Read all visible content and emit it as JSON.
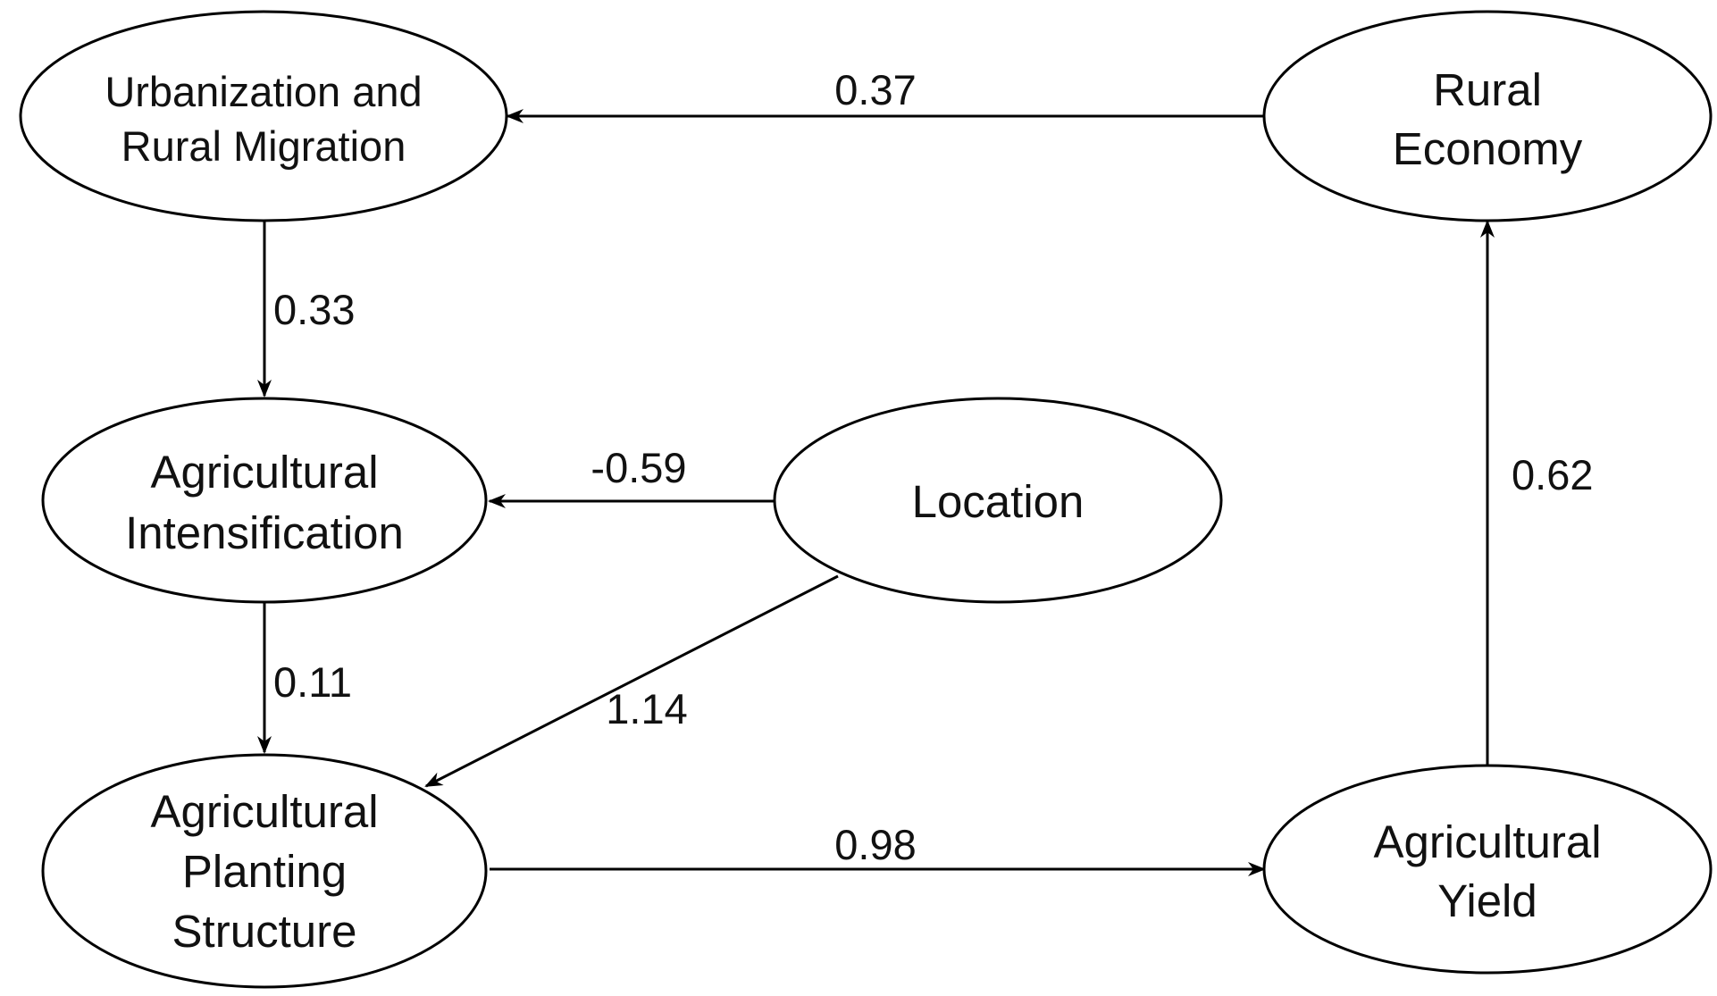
{
  "nodes": {
    "urbanization": {
      "line1": "Urbanization and",
      "line2": "Rural Migration"
    },
    "rural_economy": {
      "line1": "Rural",
      "line2": "Economy"
    },
    "intensification": {
      "line1": "Agricultural",
      "line2": "Intensification"
    },
    "location": {
      "line1": "Location"
    },
    "planting_structure": {
      "line1": "Agricultural",
      "line2": "Planting",
      "line3": "Structure"
    },
    "yield": {
      "line1": "Agricultural",
      "line2": "Yield"
    }
  },
  "edges": {
    "rural_economy_to_urbanization": "0.37",
    "urbanization_to_intensification": "0.33",
    "location_to_intensification": "-0.59",
    "intensification_to_planting": "0.11",
    "location_to_planting": "1.14",
    "planting_to_yield": "0.98",
    "yield_to_rural_economy": "0.62"
  }
}
